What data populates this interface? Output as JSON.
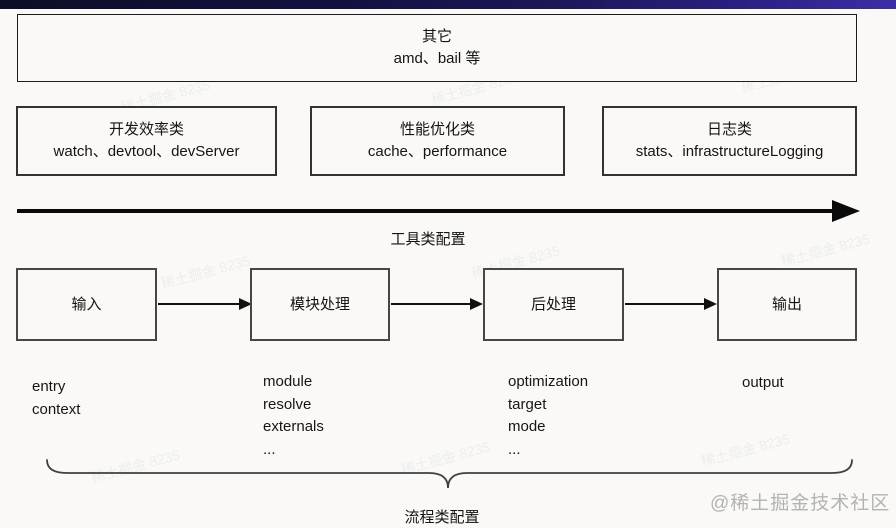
{
  "colors": {
    "background": "#faf9f7",
    "bar_gradient_left": "#0e0d26",
    "bar_gradient_right": "#3b2fa6",
    "box_border": "#333333",
    "arrow": "#0a0a0a",
    "credit_gray": "#b3b3b3"
  },
  "other_box": {
    "title": "其它",
    "subtitle": "amd、bail 等"
  },
  "tool_boxes": [
    {
      "title": "开发效率类",
      "subtitle": "watch、devtool、devServer"
    },
    {
      "title": "性能优化类",
      "subtitle": "cache、performance"
    },
    {
      "title": "日志类",
      "subtitle": "stats、infrastructureLogging"
    }
  ],
  "tool_arrow": {
    "label": "工具类配置"
  },
  "flow": {
    "steps": [
      {
        "label": "输入",
        "props": [
          "entry",
          "context"
        ]
      },
      {
        "label": "模块处理",
        "props": [
          "module",
          "resolve",
          "externals",
          "..."
        ]
      },
      {
        "label": "后处理",
        "props": [
          "optimization",
          "target",
          "mode",
          "..."
        ]
      },
      {
        "label": "输出",
        "props": [
          "output"
        ]
      }
    ],
    "brace_label": "流程类配置"
  },
  "watermarks": {
    "credit": "@稀土掘金技术社区",
    "tiled": "稀土掘金 8235"
  }
}
